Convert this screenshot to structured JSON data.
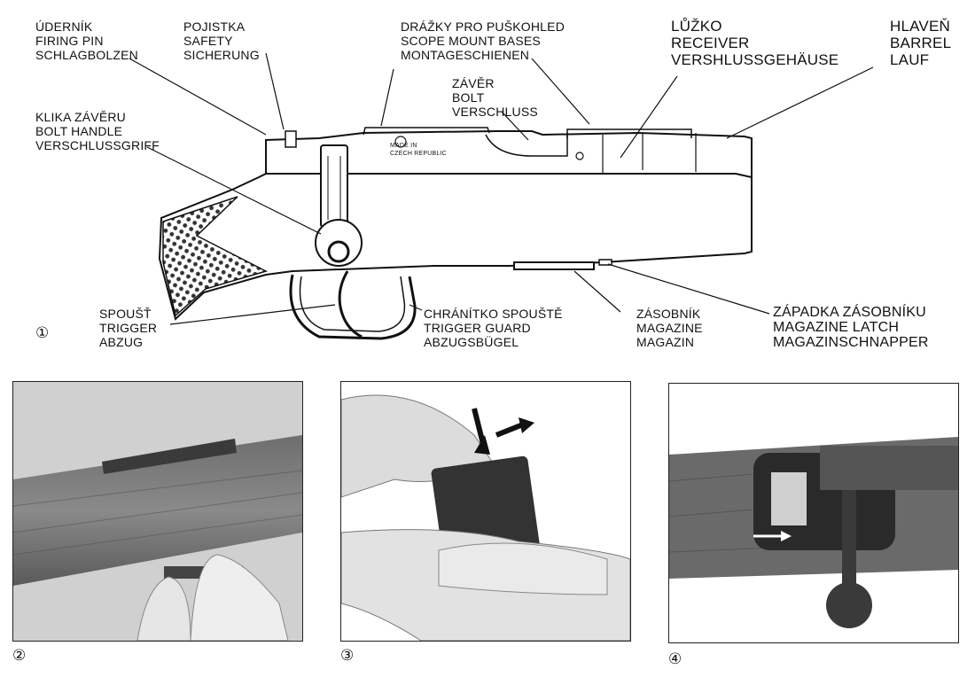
{
  "labels": {
    "firing_pin": [
      "ÚDERNÍK",
      "FIRING PIN",
      "SCHLAGBOLZEN"
    ],
    "safety": [
      "POJISTKA",
      "SAFETY",
      "SICHERUNG"
    ],
    "scope_mount": [
      "DRÁŽKY PRO PUŠKOHLED",
      "SCOPE MOUNT BASES",
      "MONTAGESCHIENEN"
    ],
    "receiver": [
      "LŮŽKO",
      "RECEIVER",
      "VERSHLUSSGEHÄUSE"
    ],
    "barrel": [
      "HLAVEŇ",
      "BARREL",
      "LAUF"
    ],
    "bolt": [
      "ZÁVĚR",
      "BOLT",
      "VERSCHLUSS"
    ],
    "bolt_handle": [
      "KLIKA ZÁVĚRU",
      "BOLT HANDLE",
      "VERSCHLUSSGRIFF"
    ],
    "trigger": [
      "SPOUŠŤ",
      "TRIGGER",
      "ABZUG"
    ],
    "trigger_guard": [
      "CHRÁNÍTKO SPOUŠTĚ",
      "TRIGGER GUARD",
      "ABZUGSBÜGEL"
    ],
    "magazine": [
      "ZÁSOBNÍK",
      "MAGAZINE",
      "MAGAZIN"
    ],
    "magazine_latch": [
      "ZÁPADKA ZÁSOBNÍKU",
      "MAGAZINE LATCH",
      "MAGAZINSCHNAPPER"
    ]
  },
  "engraving": [
    "MADE IN",
    "CZECH REPUBLIC"
  ],
  "figure_numbers": [
    "①",
    "②",
    "③",
    "④"
  ]
}
